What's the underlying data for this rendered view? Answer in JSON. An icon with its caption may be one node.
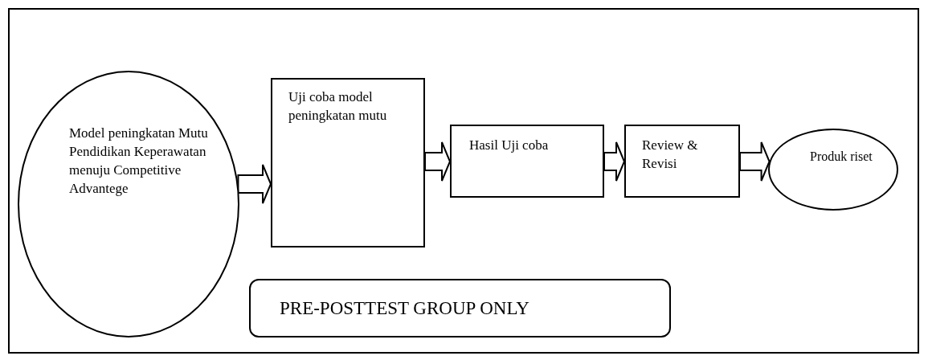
{
  "diagram": {
    "nodes": [
      {
        "text": [
          "Model peningkatan Mutu Pendidikan Keperawatan menuju Competitive Advantege"
        ]
      },
      {
        "text": [
          "Uji coba model peningkatan mutu"
        ]
      },
      {
        "text": [
          "Hasil Uji coba"
        ]
      },
      {
        "text": [
          "Review & Revisi"
        ]
      },
      {
        "text": [
          "Produk riset"
        ]
      },
      {
        "text": [
          "PRE-POSTTEST GROUP ONLY"
        ]
      }
    ],
    "edges": [
      {
        "from": 0,
        "to": 1,
        "arrow": "to"
      },
      {
        "from": 1,
        "to": 2,
        "arrow": "to"
      },
      {
        "from": 2,
        "to": 3,
        "arrow": "to"
      },
      {
        "from": 3,
        "to": 4,
        "arrow": "to"
      }
    ]
  }
}
